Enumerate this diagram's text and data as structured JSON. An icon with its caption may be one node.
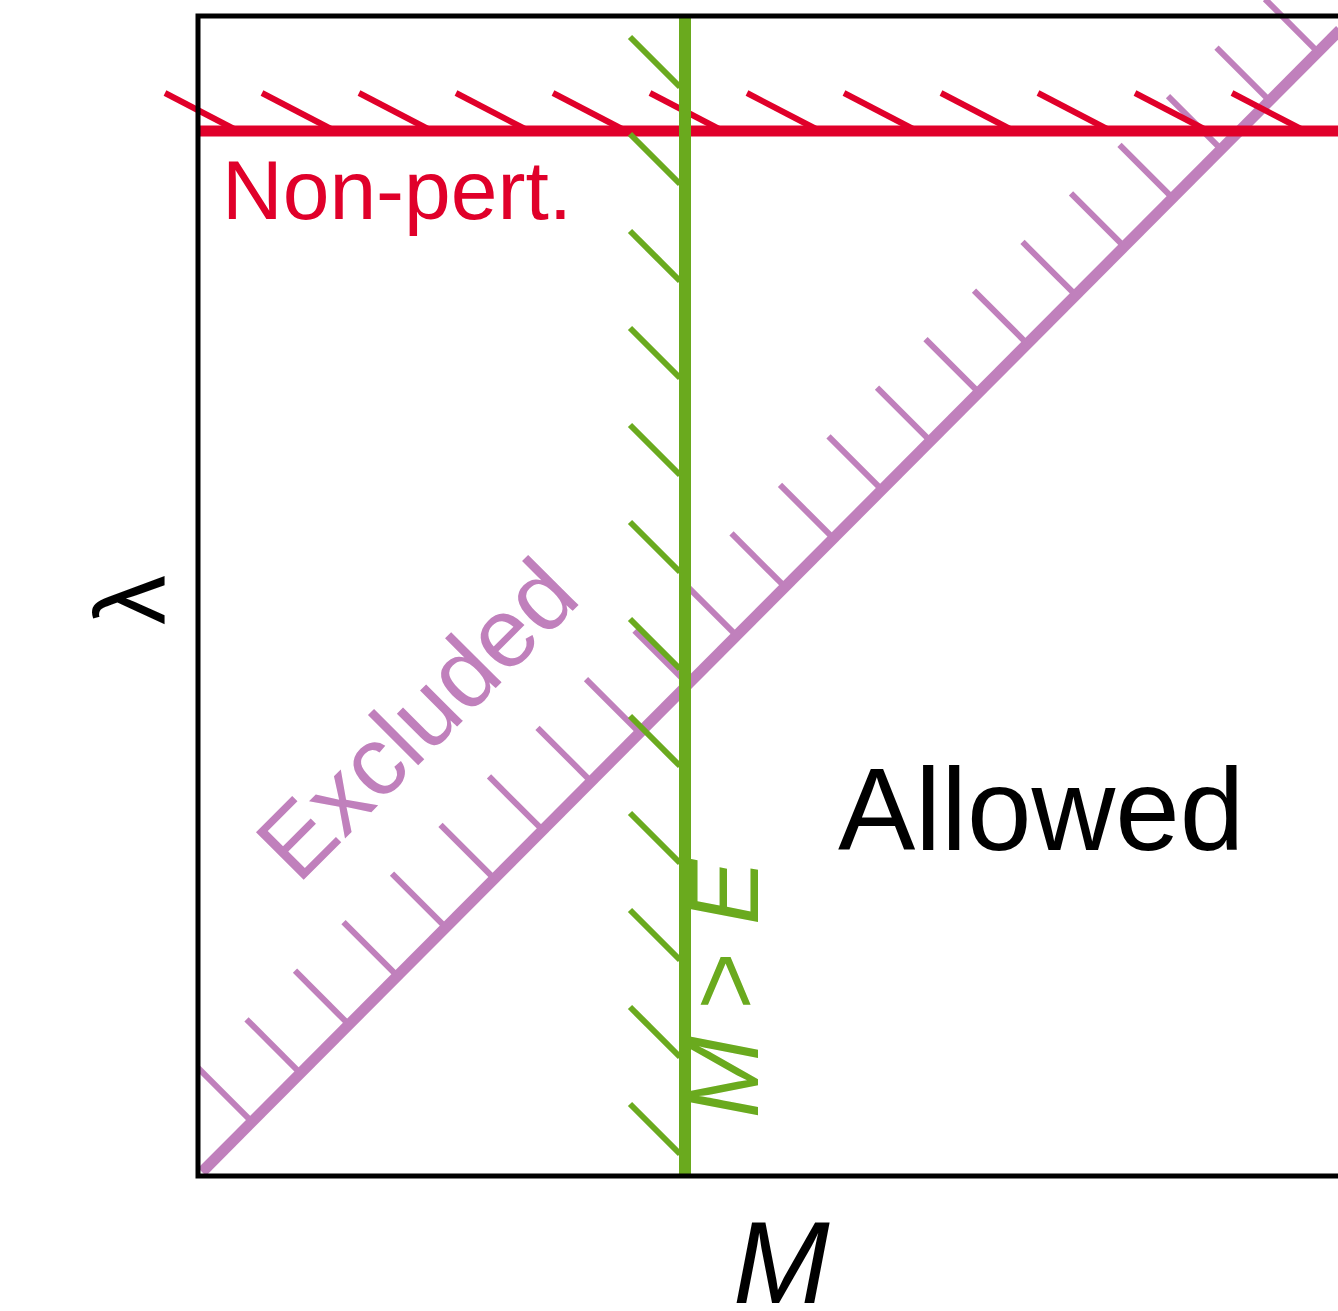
{
  "diagram": {
    "labels": [
      "Non-pert.",
      "λ",
      "Excluded",
      "Allowed",
      "*M* > *E*",
      "M"
    ]
  }
}
